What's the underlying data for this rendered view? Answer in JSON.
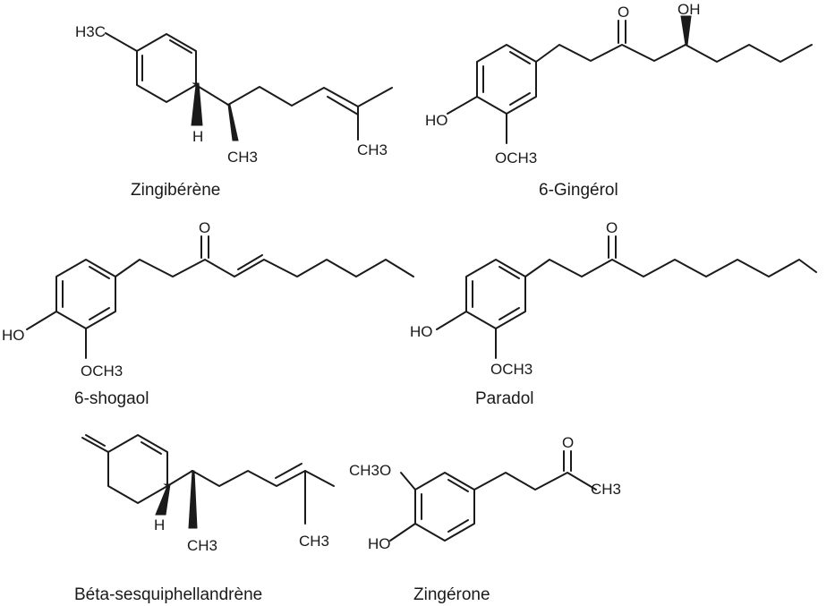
{
  "molecules": {
    "zingiberene": {
      "name": "Zingibérène",
      "labels": {
        "h3c": "H3C",
        "h": "H",
        "ch3_a": "CH3",
        "ch3_b": "CH3"
      }
    },
    "gingerol": {
      "name": "6-Gingérol",
      "labels": {
        "o": "O",
        "oh": "OH",
        "ho": "HO",
        "och3": "OCH3"
      }
    },
    "shogaol": {
      "name": "6-shogaol",
      "labels": {
        "o": "O",
        "ho": "HO",
        "och3": "OCH3"
      }
    },
    "paradol": {
      "name": "Paradol",
      "labels": {
        "o": "O",
        "ho": "HO",
        "och3": "OCH3"
      }
    },
    "sesquiphellandrene": {
      "name": "Béta-sesquiphellandrène",
      "labels": {
        "h": "H",
        "ch3_a": "CH3",
        "ch3_b": "CH3"
      }
    },
    "zingerone": {
      "name": "Zingérone",
      "labels": {
        "ch3o": "CH3O",
        "ho": "HO",
        "o": "O",
        "ch3": "CH3"
      }
    }
  }
}
